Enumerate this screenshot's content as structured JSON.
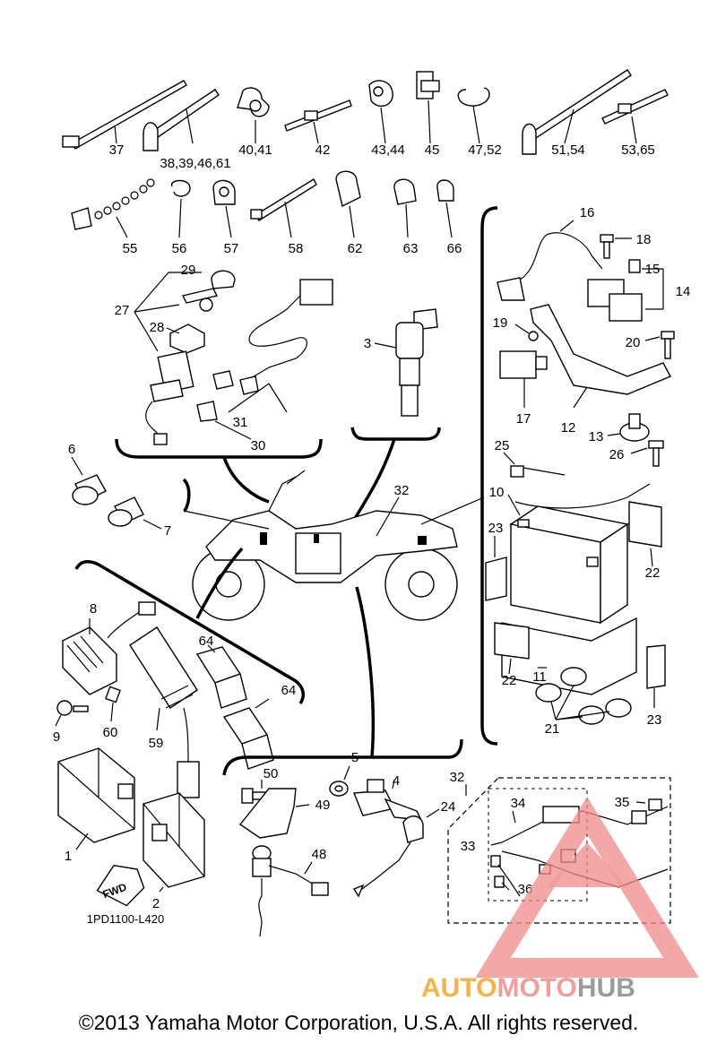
{
  "diagram": {
    "code": "1PD1100-L420",
    "fwd_label": "FWD",
    "brand": {
      "part1": "AUTO",
      "part2": "MOTO",
      "part3": "HUB",
      "color1": "#f5a623",
      "color2": "#f08c8c",
      "color3": "#8a8a8a"
    },
    "copyright": "©2013 Yamaha Motor Corporation, U.S.A. All rights reserved.",
    "callouts": {
      "c37": "37",
      "c38": "38,39,46,61",
      "c40": "40,41",
      "c42": "42",
      "c43": "43,44",
      "c45": "45",
      "c47": "47,52",
      "c51": "51,54",
      "c53": "53,65",
      "c55": "55",
      "c56": "56",
      "c57": "57",
      "c58": "58",
      "c62": "62",
      "c63": "63",
      "c66": "66",
      "c16": "16",
      "c18": "18",
      "c15": "15",
      "c14": "14",
      "c19": "19",
      "c20": "20",
      "c17": "17",
      "c12": "12",
      "c13": "13",
      "c25": "25",
      "c26": "26",
      "c10": "10",
      "c23a": "23",
      "c22a": "22",
      "c22b": "22",
      "c11": "11",
      "c21": "21",
      "c23b": "23",
      "c29": "29",
      "c27": "27",
      "c28": "28",
      "c31": "31",
      "c30": "30",
      "c3": "3",
      "c6": "6",
      "c7": "7",
      "c32a": "32",
      "c8": "8",
      "c64a": "64",
      "c64b": "64",
      "c60": "60",
      "c9": "9",
      "c59": "59",
      "c1": "1",
      "c2": "2",
      "c50": "50",
      "c5": "5",
      "c4": "4",
      "c49": "49",
      "c24": "24",
      "c48": "48",
      "c32b": "32",
      "c34": "34",
      "c35": "35",
      "c33": "33",
      "c36": "36"
    }
  }
}
